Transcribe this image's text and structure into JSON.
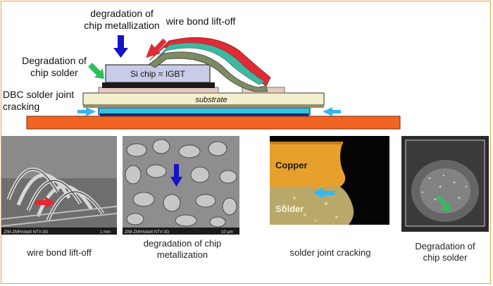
{
  "diagram": {
    "labels": {
      "metallization": [
        "degradation of",
        "chip metallization"
      ],
      "wire_bond": "wire bond lift-off",
      "chip_solder": [
        "Degradation of",
        "chip solder"
      ],
      "dbc_solder": [
        "DBC solder joint",
        "cracking"
      ]
    },
    "chip_text": "Si chip = IGBT",
    "substrate_text": "substrate",
    "colors": {
      "chip": "#c9cce6",
      "substrate": "#f3efcc",
      "baseplate": "#f16422",
      "wire": "#7d8a66",
      "arrow_blue": "#1414c8",
      "arrow_red": "#e02a35",
      "arrow_green": "#2fbf5a",
      "arrow_cyan": "#38b6ee"
    }
  },
  "photos": {
    "copper_label": "Copper",
    "solder_label": "Solder",
    "sem1_scale": "1 mm",
    "sem1_footer": "ZIM-ZMH/obelt  NTV-3G",
    "sem2_scale": "10 μm",
    "sem2_footer": "ZIM-ZMH/obelt  NTV-3G"
  },
  "captions": {
    "wire_bond": "wire bond lift-off",
    "metallization": [
      "degradation of chip",
      "metallization"
    ],
    "solder_joint": "solder joint cracking",
    "chip_solder": [
      "Degradation of",
      "chip solder"
    ]
  }
}
